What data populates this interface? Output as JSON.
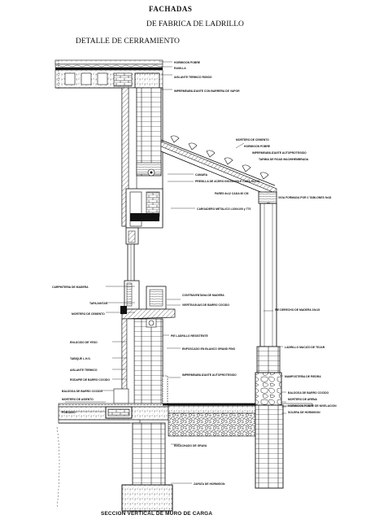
{
  "header": {
    "title": "FACHADAS",
    "subtitle": "DE FABRICA DE LADRILLO",
    "section": "DETALLE DE CERRAMIENTO"
  },
  "footer": {
    "caption": "SECCION VERTICAL DE MURO DE CARGA"
  },
  "labels": [
    "HORMIGON POBRE",
    "RASILLA",
    "AISLANTE TERMICO RIGIDO",
    "IMPERMEABILIZANTE CON BARRERA DE VAPOR",
    "MORTERO DE CEMENTO",
    "HORMIGON POBRE",
    "IMPERMEABILIZANTE AUTOPROTEGIDO",
    "TARIMA DE ROAD MACHIHEMBRADA",
    "CAMARA",
    "PRESILLA DE ACERO INOXIDABLE CADA SUCIA",
    "PARES 6x12 CADA 60 CM",
    "VIGA FORMADA POR 2 TABLONES 5x18",
    "CARGADERO METALICO L100x100 y T70",
    "CARPINTERIA DE MADERA",
    "TAPAJUNTAS",
    "MORTERO DE CEMENTO",
    "CONTRAVENTANA DE MADERA",
    "VIERTEAGUAS DE BARRO COCIDO",
    "PIE DERECHO DE MADERA 15x15",
    "PIE LADRILLO RESISTENTE",
    "ENLUCIDO DE YESO",
    "ENFOSCADO EN BLANCO GRAND FINO",
    "LADRILLO MACIZO DE TEJAR",
    "TABIQUE L.H.S.",
    "AISLANTE TERMICO",
    "RODAPIE DE BARRO COCIDO",
    "IMPERMEABILIZANTE AUTOPROTEGIDO",
    "MAMPOSTERIA DE PIEDRA",
    "BALDOSA DE BARRO COCIDO",
    "BALDOSA DE BARRO COCIDO",
    "MORTERO DE ASIENTO",
    "MORTERO DE ARENA",
    "HORMIGON POBRE DE NIVELACION",
    "FORJADO",
    "SOLERA DE HORMIGON",
    "ENCACHADO DE GRAVA",
    "ZAPATA DE HORMIGON"
  ]
}
